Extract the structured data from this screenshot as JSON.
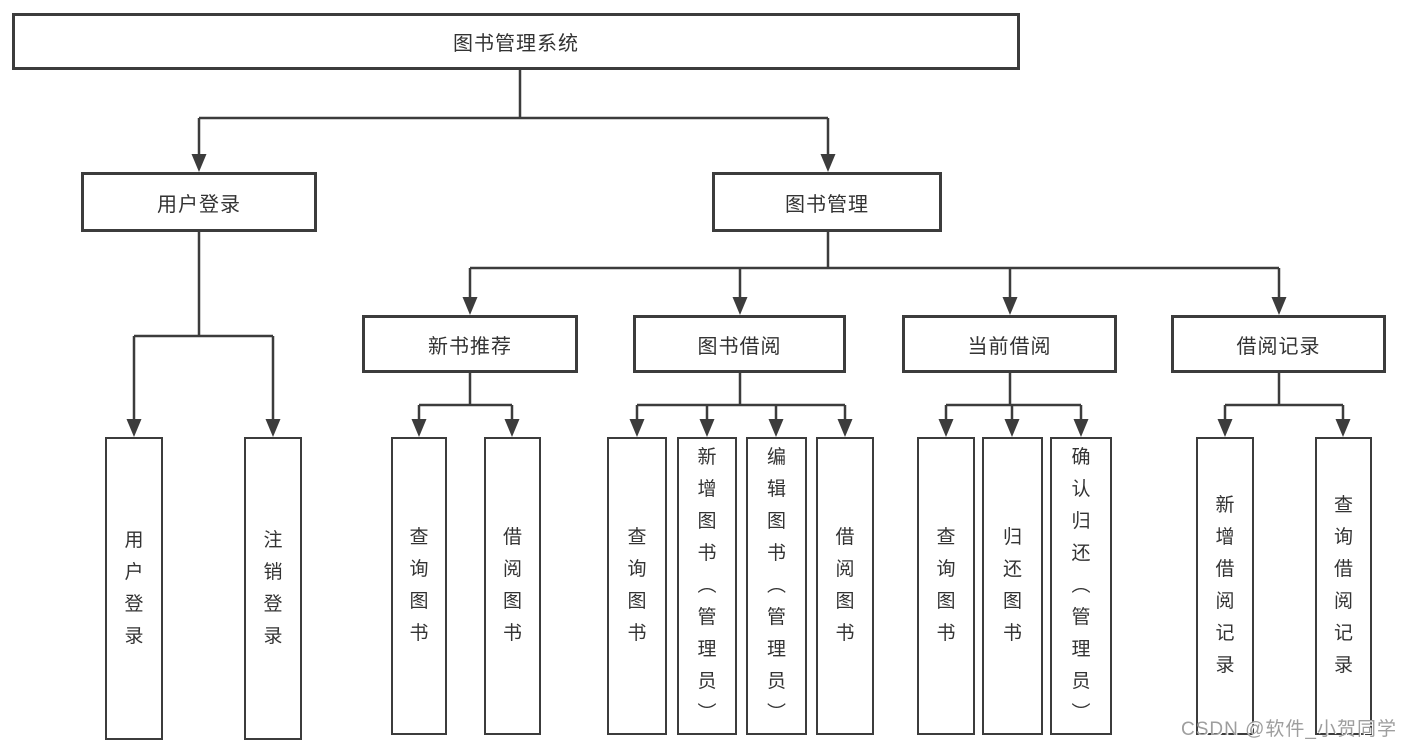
{
  "tree": {
    "root": {
      "label": "图书管理系统"
    },
    "children": [
      {
        "label": "用户登录",
        "children": [
          {
            "label": "用户登录"
          },
          {
            "label": "注销登录"
          }
        ]
      },
      {
        "label": "图书管理",
        "children": [
          {
            "label": "新书推荐",
            "children": [
              {
                "label": "查询图书"
              },
              {
                "label": "借阅图书"
              }
            ]
          },
          {
            "label": "图书借阅",
            "children": [
              {
                "label": "查询图书"
              },
              {
                "label": "新增图书（管理员）"
              },
              {
                "label": "编辑图书（管理员）"
              },
              {
                "label": "借阅图书"
              }
            ]
          },
          {
            "label": "当前借阅",
            "children": [
              {
                "label": "查询图书"
              },
              {
                "label": "归还图书"
              },
              {
                "label": "确认归还（管理员）"
              }
            ]
          },
          {
            "label": "借阅记录",
            "children": [
              {
                "label": "新增借阅记录"
              },
              {
                "label": "查询借阅记录"
              }
            ]
          }
        ]
      }
    ]
  },
  "watermark": {
    "text": "CSDN @软件_小贺同学"
  },
  "style": {
    "line_color": "#3c3c3c",
    "text_color": "#333333",
    "watermark_color": "#9e9e9e",
    "background": "#ffffff"
  }
}
